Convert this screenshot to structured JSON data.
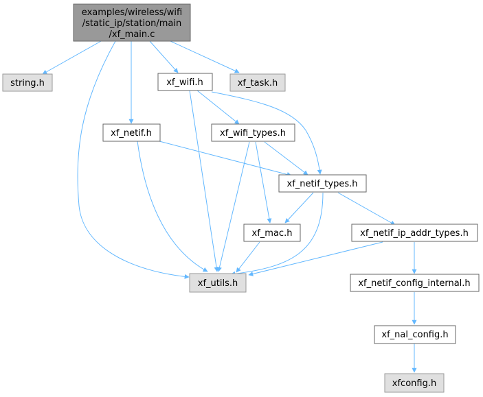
{
  "diagram": {
    "root_label_lines": [
      "examples/wireless/wifi",
      "/static_ip/station/main",
      "/xf_main.c"
    ],
    "nodes": {
      "string_h": "string.h",
      "xf_wifi_h": "xf_wifi.h",
      "xf_task_h": "xf_task.h",
      "xf_netif_h": "xf_netif.h",
      "xf_wifi_types_h": "xf_wifi_types.h",
      "xf_netif_types_h": "xf_netif_types.h",
      "xf_mac_h": "xf_mac.h",
      "xf_netif_ip_addr_types_h": "xf_netif_ip_addr_types.h",
      "xf_utils_h": "xf_utils.h",
      "xf_netif_config_internal_h": "xf_netif_config_internal.h",
      "xf_nal_config_h": "xf_nal_config.h",
      "xfconfig_h": "xfconfig.h"
    },
    "edges": [
      [
        "root",
        "string_h"
      ],
      [
        "root",
        "xf_utils_h"
      ],
      [
        "root",
        "xf_netif_h"
      ],
      [
        "root",
        "xf_wifi_h"
      ],
      [
        "root",
        "xf_task_h"
      ],
      [
        "xf_wifi_h",
        "xf_utils_h"
      ],
      [
        "xf_wifi_h",
        "xf_wifi_types_h"
      ],
      [
        "xf_wifi_h",
        "xf_netif_types_h"
      ],
      [
        "xf_netif_h",
        "xf_netif_types_h"
      ],
      [
        "xf_netif_h",
        "xf_utils_h"
      ],
      [
        "xf_wifi_types_h",
        "xf_utils_h"
      ],
      [
        "xf_wifi_types_h",
        "xf_mac_h"
      ],
      [
        "xf_wifi_types_h",
        "xf_netif_types_h"
      ],
      [
        "xf_netif_types_h",
        "xf_mac_h"
      ],
      [
        "xf_netif_types_h",
        "xf_utils_h"
      ],
      [
        "xf_netif_types_h",
        "xf_netif_ip_addr_types_h"
      ],
      [
        "xf_mac_h",
        "xf_utils_h"
      ],
      [
        "xf_netif_ip_addr_types_h",
        "xf_utils_h"
      ],
      [
        "xf_netif_ip_addr_types_h",
        "xf_netif_config_internal_h"
      ],
      [
        "xf_netif_config_internal_h",
        "xf_nal_config_h"
      ],
      [
        "xf_nal_config_h",
        "xfconfig_h"
      ]
    ],
    "colors": {
      "edge": "#63b8ff",
      "root_fill": "#999999",
      "root_border": "#666666",
      "external_fill": "#e0e0e0",
      "external_border": "#999999",
      "internal_fill": "#ffffff",
      "internal_border": "#666666"
    }
  }
}
